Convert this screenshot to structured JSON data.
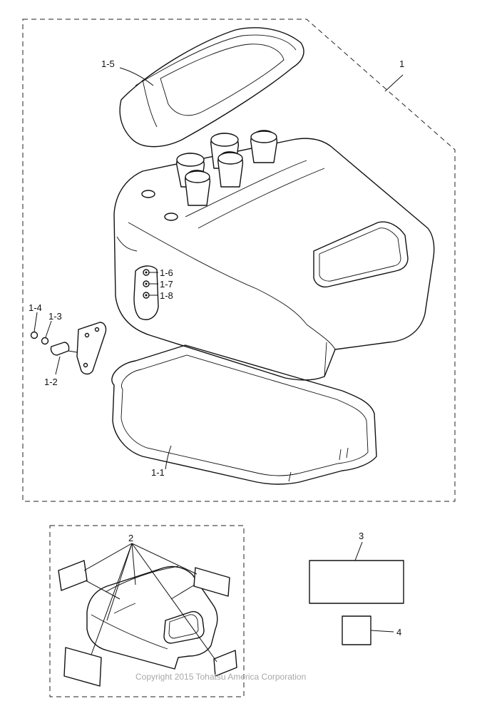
{
  "labels": {
    "p1": "1",
    "p1_1": "1-1",
    "p1_2": "1-2",
    "p1_3": "1-3",
    "p1_4": "1-4",
    "p1_5": "1-5",
    "p1_6": "1-6",
    "p1_7": "1-7",
    "p1_8": "1-8",
    "p2": "2",
    "p3": "3",
    "p4": "4"
  },
  "copyright": "Copyright 2015 Tohatsu America Corporation"
}
